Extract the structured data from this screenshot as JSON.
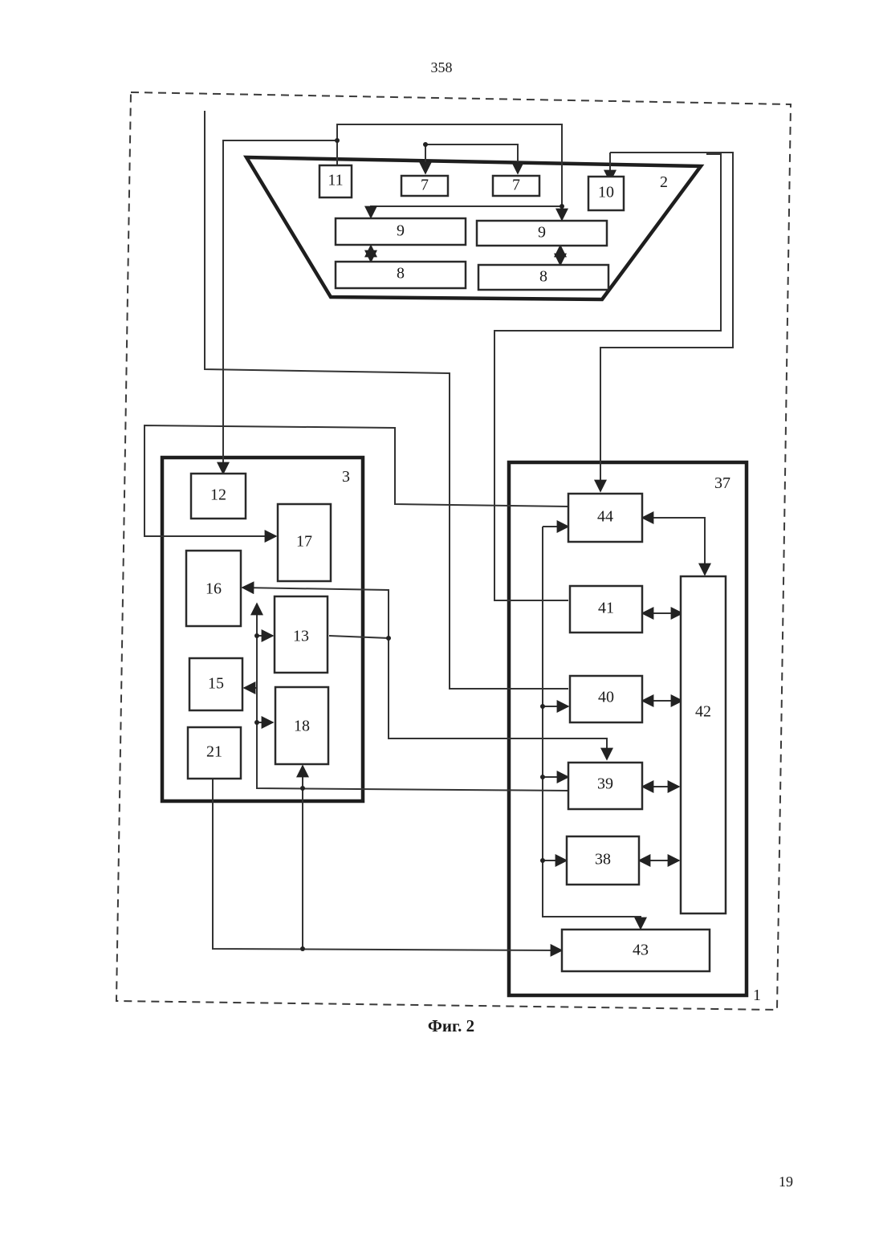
{
  "page": {
    "top_number": "358",
    "bottom_number": "19"
  },
  "figure": {
    "caption": "Фиг. 2",
    "labels": {
      "outer": "1",
      "unit2": "2",
      "unit3": "3",
      "unit37": "37"
    },
    "blocks": {
      "b11": "11",
      "b7a": "7",
      "b7b": "7",
      "b10": "10",
      "b9a": "9",
      "b9b": "9",
      "b8a": "8",
      "b8b": "8",
      "b12": "12",
      "b17": "17",
      "b16": "16",
      "b13": "13",
      "b15": "15",
      "b18": "18",
      "b21": "21",
      "b44": "44",
      "b41": "41",
      "b40": "40",
      "b39": "39",
      "b38": "38",
      "b42": "42",
      "b43": "43"
    }
  }
}
